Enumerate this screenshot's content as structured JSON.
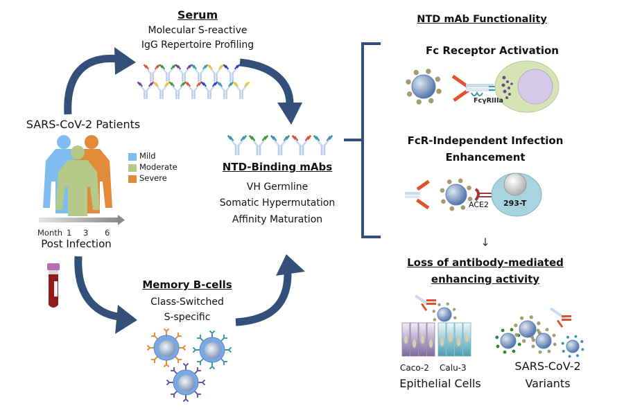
{
  "serum": {
    "title": "Serum",
    "line1": "Molecular S-reactive",
    "line2": "IgG Repertoire Profiling"
  },
  "patients": {
    "title": "SARS-CoV-2 Patients",
    "legend": [
      {
        "label": "Mild",
        "color": "#7fbdf0"
      },
      {
        "label": "Moderate",
        "color": "#b5c98a"
      },
      {
        "label": "Severe",
        "color": "#e38a3a"
      }
    ],
    "timeline": {
      "prefix": "Month",
      "ticks": [
        "1",
        "3",
        "6"
      ],
      "caption": "Post Infection"
    }
  },
  "ntd_mabs": {
    "title": "NTD-Binding mAbs",
    "line1": "VH Germline",
    "line2": "Somatic Hypermutation",
    "line3": "Affinity Maturation"
  },
  "memory_b_cells": {
    "title": "Memory B-cells",
    "line1": "Class-Switched",
    "line2": "S-specific"
  },
  "functionality": {
    "title": "NTD mAb Functionality",
    "fc_activation": {
      "title": "Fc Receptor Activation",
      "receptor_label": "FcγRIIIa"
    },
    "fcr_independent": {
      "title_line1": "FcR-Independent Infection",
      "title_line2": "Enhancement",
      "receptor_label": "ACE2",
      "cell_label": "293-T"
    },
    "arrow_glyph": "↓",
    "loss": {
      "title_line1": "Loss of antibody-mediated",
      "title_line2": "enhancing activity",
      "cell_labels": [
        "Caco-2",
        "Calu-3"
      ],
      "epithelial_caption": "Epithelial Cells",
      "variants_line1": "SARS-CoV-2",
      "variants_line2": "Variants"
    }
  },
  "colors": {
    "arrow": "#34507a",
    "bracket": "#34507a",
    "virus": "#5b82b8",
    "spike": "#a59a70",
    "fab_red": "#e0522e",
    "b_cell": "#6d9ee0"
  }
}
